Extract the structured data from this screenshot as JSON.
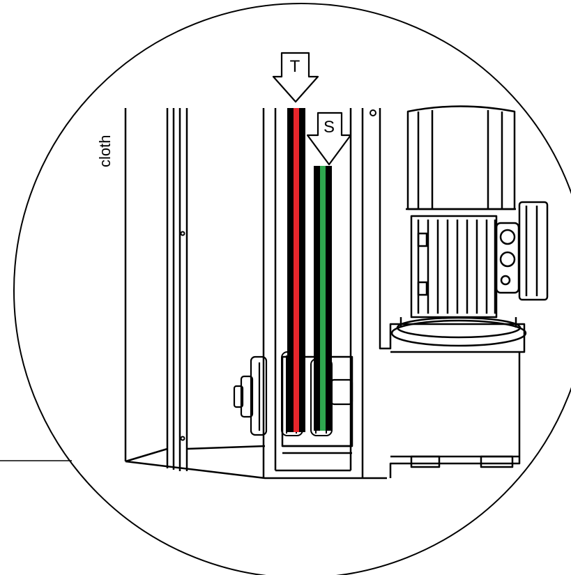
{
  "labels": {
    "cloth": "cloth",
    "arrow_t": "T",
    "arrow_s": "S"
  },
  "colors": {
    "belt_t": "#e8262b",
    "belt_s": "#2fa84f",
    "line": "#000000",
    "background": "#ffffff"
  }
}
